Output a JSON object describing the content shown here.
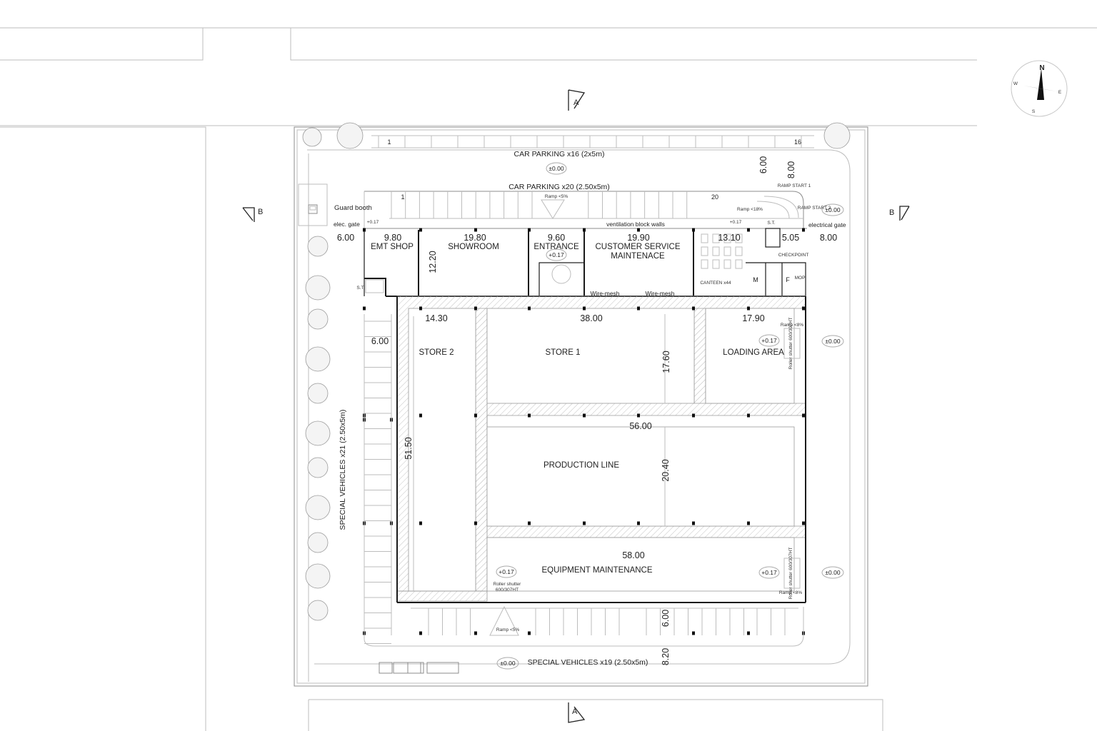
{
  "section_markers": {
    "top": "A",
    "bottom": "A",
    "left": "B",
    "right": "B"
  },
  "north_arrow": {
    "n": "N",
    "s": "S",
    "e": "E",
    "w": "W",
    "icon": "north-arrow-icon"
  },
  "parking": {
    "top_row_label": "CAR PARKING x16 (2x5m)",
    "top_row_first": "1",
    "top_row_last": "16",
    "second_row_label": "CAR PARKING x20 (2.50x5m)",
    "second_row_first": "1",
    "second_row_last": "20",
    "left_label": "SPECIAL VEHICLES x21 (2.50x5m)",
    "bottom_label": "SPECIAL VEHICLES x19 (2.50x5m)"
  },
  "levels": {
    "top_parking": "±0.00",
    "right_entry": "±0.00",
    "right_mid": "±0.00",
    "right_bottom": "±0.00",
    "bottom": "±0.00",
    "entrance": "+0.17",
    "loading": "+0.17",
    "equipment_left": "+0.17",
    "equipment_right": "+0.17"
  },
  "notes": {
    "guard_booth": "Guard booth",
    "elec_gate_left": "elec. gate",
    "electrical_gate_right": "electrical gate",
    "ramp_top": "Ramp <5%",
    "ramp_18": "Ramp <18%",
    "ramp_start_1": "RAMP START 1",
    "ramp_start_2": "RAMP START 2",
    "ventilation": "ventilation block walls",
    "wire_mesh_1": "Wire-mesh",
    "wire_mesh_2": "Wire-mesh",
    "checkpoint": "CHECKPOINT",
    "canteen": "CANTEEN x44",
    "toilet_m": "M",
    "toilet_f": "F",
    "mop": "MOP",
    "st_left": "S.T.",
    "st_right": "S.T.",
    "ramp_loading": "Ramp <8%",
    "ramp_equipment": "Ramp <8%",
    "roller_shutter_right_top": "Roller shutter 600/307HT",
    "roller_shutter_right_bottom": "Roller shutter 600/307HT",
    "roller_shutter_bottom_a": "Roller shutter",
    "roller_shutter_bottom_b": "600/307HT",
    "ramp_bottom": "Ramp <5%",
    "small_levels": "+0.17"
  },
  "rooms": {
    "emt_shop": "EMT SHOP",
    "showroom": "SHOWROOM",
    "entrance": "ENTRANCE",
    "customer_service_1": "CUSTOMER SERVICE",
    "customer_service_2": "MAINTENACE",
    "store_2": "STORE 2",
    "store_1": "STORE 1",
    "loading_area": "LOADING AREA",
    "production_line": "PRODUCTION LINE",
    "equipment_maintenance": "EQUIPMENT MAINTENANCE"
  },
  "dimensions": {
    "left_setback": "6.00",
    "emt_width": "9.80",
    "showroom_width": "19.80",
    "entrance_width": "9.60",
    "customer_width": "19.90",
    "canteen_width": "13.10",
    "toilet_width": "5.05",
    "right_setback": "8.00",
    "front_depth": "12.20",
    "top_setback_a": "6.00",
    "top_setback_b": "8.00",
    "store2_width": "14.30",
    "store1_width": "38.00",
    "loading_width": "17.90",
    "left_parking_depth": "6.00",
    "store_depth": "17.60",
    "building_depth": "51.50",
    "production_width": "56.00",
    "production_depth": "20.40",
    "equipment_width": "58.00",
    "bottom_parking_depth": "6.00",
    "bottom_setback": "8.20"
  }
}
